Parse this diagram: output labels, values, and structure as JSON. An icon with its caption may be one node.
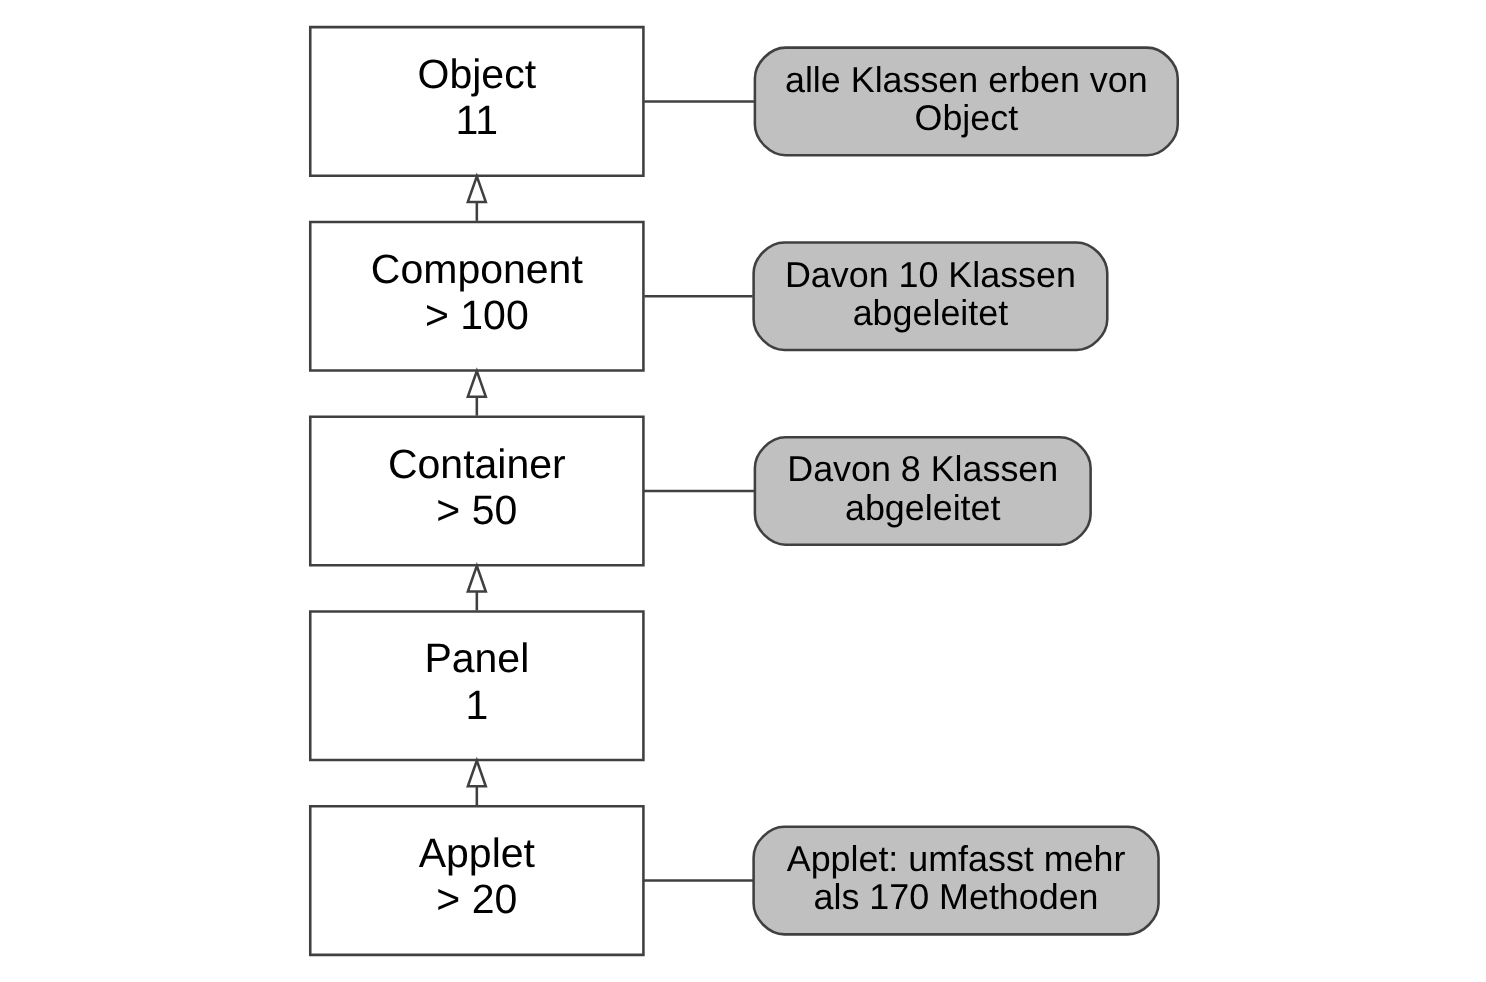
{
  "diagram": {
    "nodes": [
      {
        "text": [
          "Object",
          "11"
        ]
      },
      {
        "text": [
          "Component",
          "> 100"
        ]
      },
      {
        "text": [
          "Container",
          "> 50"
        ]
      },
      {
        "text": [
          "Panel",
          "1"
        ]
      },
      {
        "text": [
          "Applet",
          "> 20"
        ]
      },
      {
        "text": [
          "alle Klassen erben von Object"
        ]
      },
      {
        "text": [
          "Davon 10 Klassen abgeleitet"
        ]
      },
      {
        "text": [
          "Davon 8 Klassen abgeleitet"
        ]
      },
      {
        "text": [
          "Applet: umfasst mehr als 170 Methoden"
        ]
      }
    ],
    "edges": [
      {
        "from": 1,
        "to": 0,
        "arrow": "to"
      },
      {
        "from": 2,
        "to": 1,
        "arrow": "to"
      },
      {
        "from": 3,
        "to": 2,
        "arrow": "to"
      },
      {
        "from": 4,
        "to": 3,
        "arrow": "to"
      },
      {
        "from": 5,
        "to": 0,
        "arrow": "none"
      },
      {
        "from": 6,
        "to": 1,
        "arrow": "none"
      },
      {
        "from": 7,
        "to": 2,
        "arrow": "none"
      },
      {
        "from": 8,
        "to": 4,
        "arrow": "none"
      }
    ]
  }
}
